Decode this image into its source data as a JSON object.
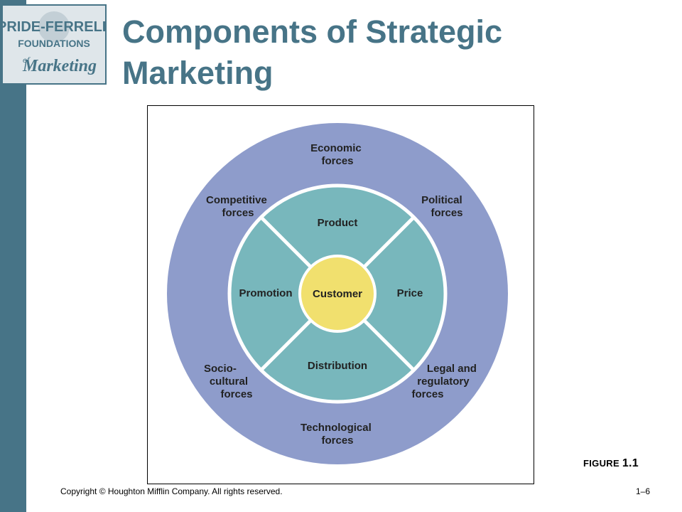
{
  "title_line1": "Components of Strategic",
  "title_line2": "Marketing",
  "logo": {
    "line1": "PRIDE-FERRELL",
    "line2": "FOUNDATIONS",
    "line3": "of",
    "line4": "Marketing"
  },
  "diagram": {
    "center": "Customer",
    "mix": {
      "top": "Product",
      "right": "Price",
      "bottom": "Distribution",
      "left": "Promotion"
    },
    "forces": {
      "economic": [
        "Economic",
        "forces"
      ],
      "political": [
        "Political",
        "forces"
      ],
      "legal": [
        "Legal and",
        "regulatory",
        "forces"
      ],
      "technological": [
        "Technological",
        "forces"
      ],
      "sociocultural": [
        "Socio-",
        "cultural",
        "forces"
      ],
      "competitive": [
        "Competitive",
        "forces"
      ]
    },
    "colors": {
      "outer_ring": "#8e9ccb",
      "mix_ring": "#78b7bc",
      "customer": "#f1e06e",
      "divider": "#ffffff"
    }
  },
  "figure_label": "FIGURE",
  "figure_number": "1.1",
  "footer": {
    "copyright": "Copyright © Houghton Mifflin Company. All rights reserved.",
    "page": "1–6"
  }
}
